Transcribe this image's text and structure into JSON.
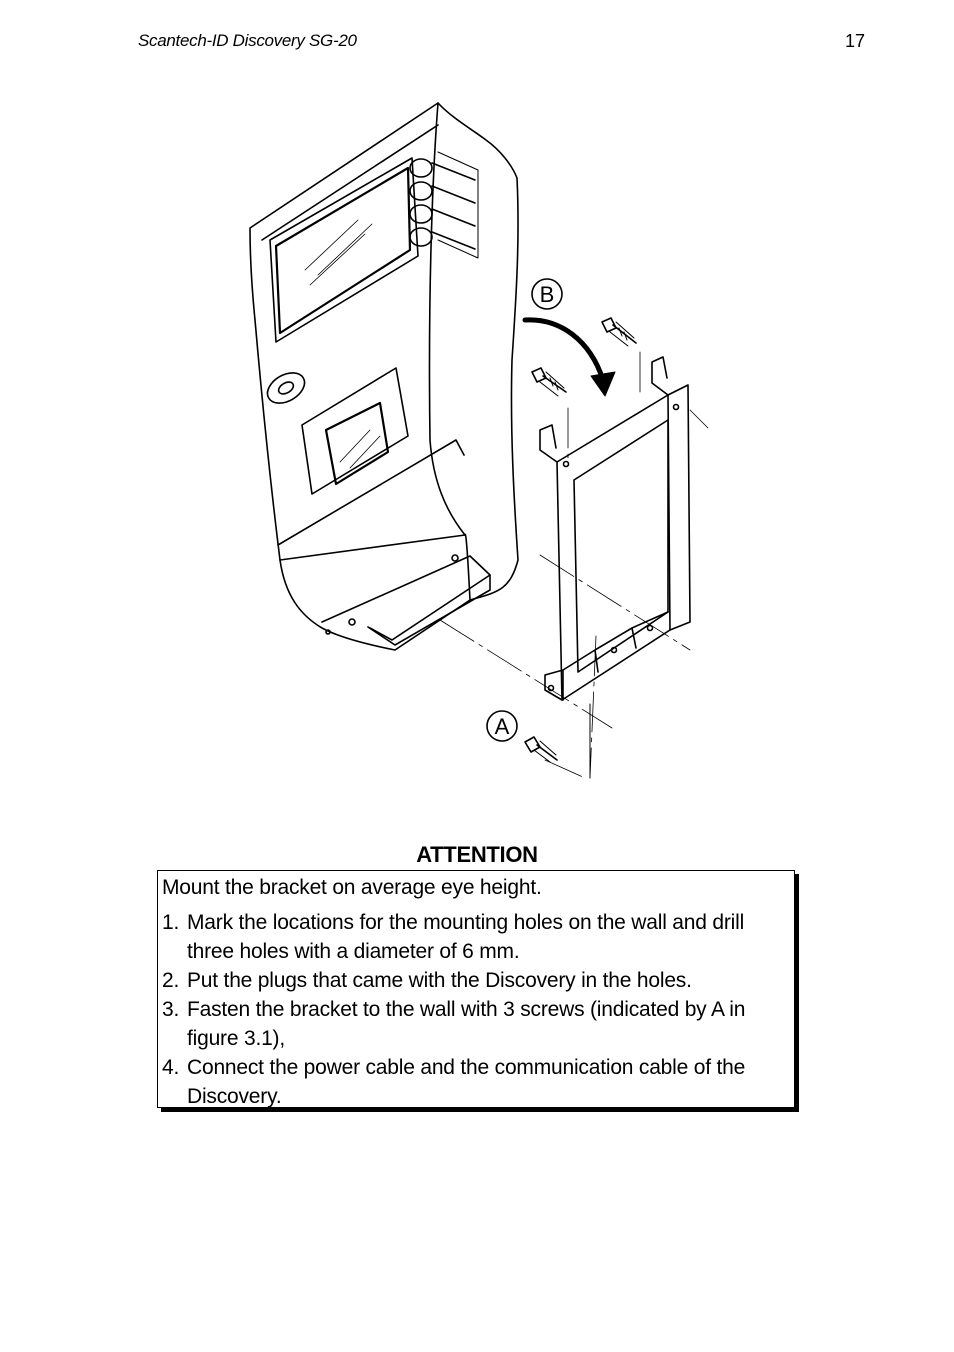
{
  "header": {
    "title": "Scantech-ID Discovery SG-20",
    "page_number": "17"
  },
  "figure": {
    "callout_b": "B",
    "callout_a": "A"
  },
  "attention": {
    "heading": "ATTENTION",
    "intro": "Mount the bracket on average eye height.",
    "steps": [
      {
        "num": "1.",
        "text": "Mark the locations for the mounting holes on the wall and drill three holes with a diameter of 6 mm."
      },
      {
        "num": "2.",
        "text": "Put the plugs that came with the Discovery in the holes."
      },
      {
        "num": "3.",
        "text": "Fasten the bracket to the wall with 3 screws (indicated by A in figure 3.1),"
      },
      {
        "num": "4.",
        "text": "Connect the power cable and the communication cable of the Discovery."
      }
    ]
  }
}
